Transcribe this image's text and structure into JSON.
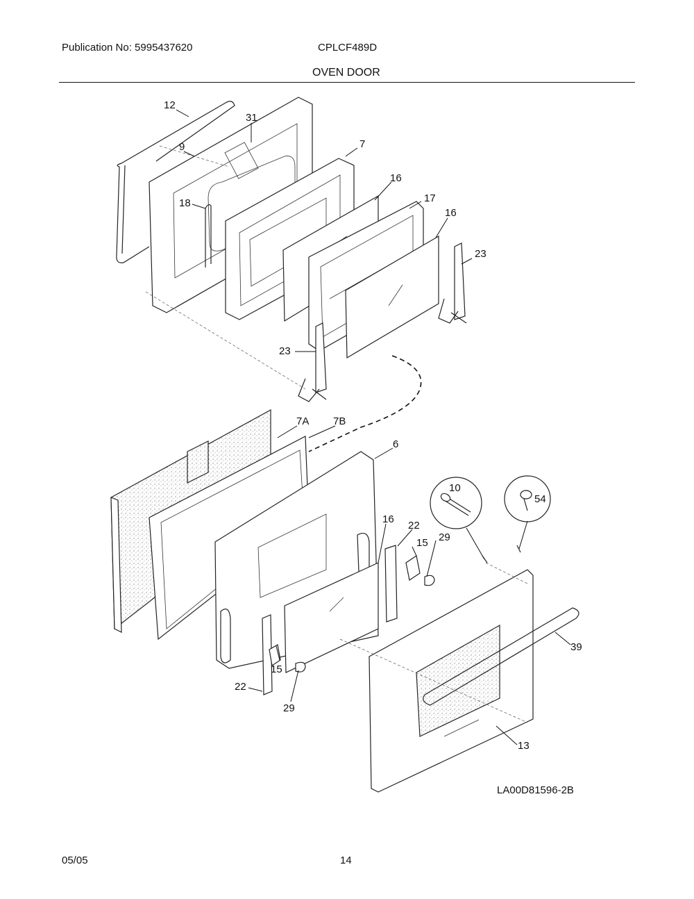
{
  "header": {
    "publication": "Publication No: 5995437620",
    "model": "CPLCF489D",
    "title": "OVEN DOOR"
  },
  "footer": {
    "date": "05/05",
    "page": "14"
  },
  "diagram": {
    "code": "LA00D81596-2B",
    "callouts": {
      "c12": "12",
      "c31": "31",
      "c9": "9",
      "c7": "7",
      "c16a": "16",
      "c17": "17",
      "c18": "18",
      "c16b": "16",
      "c23a": "23",
      "c23b": "23",
      "c7a": "7A",
      "c7b": "7B",
      "c6": "6",
      "c10": "10",
      "c54": "54",
      "c16c": "16",
      "c22a": "22",
      "c15a": "15",
      "c29a": "29",
      "c39": "39",
      "c15b": "15",
      "c22b": "22",
      "c29b": "29",
      "c13": "13"
    }
  }
}
